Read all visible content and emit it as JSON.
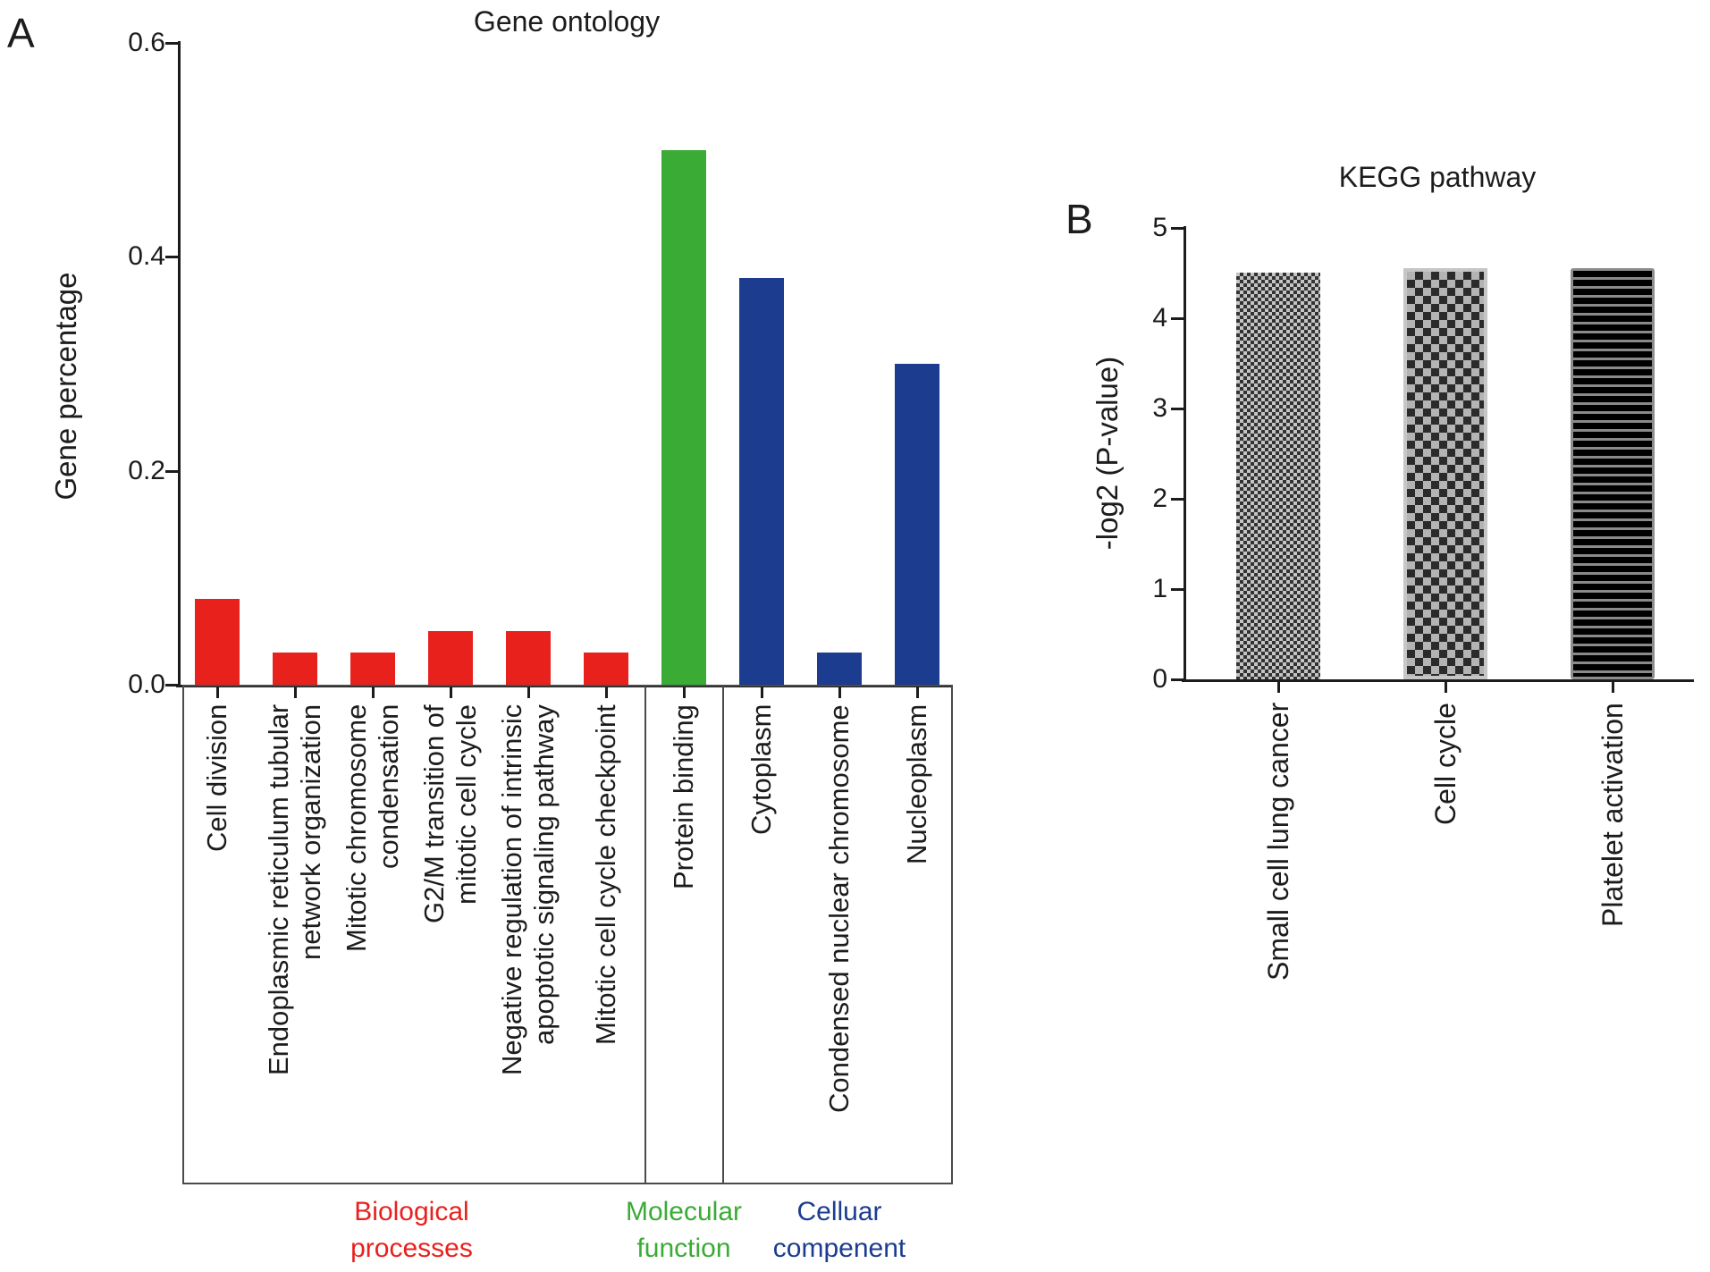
{
  "chart_data": [
    {
      "id": "gene-ontology",
      "panel_label": "A",
      "type": "bar",
      "title": "Gene ontology",
      "ylabel": "Gene percentage",
      "ylim": [
        0,
        0.6
      ],
      "yticks": [
        0.0,
        0.2,
        0.4,
        0.6
      ],
      "ytick_labels": [
        "0.0",
        "0.2",
        "0.4",
        "0.6"
      ],
      "grid": false,
      "legend": "none",
      "categories": [
        "Cell division",
        "Endoplasmic reticulum tubular network organization",
        "Mitotic chromosome condensation",
        "G2/M transition of mitotic cell cycle",
        "Negative regulation of intrinsic apoptotic signaling pathway",
        "Mitotic cell cycle checkpoint",
        "Protein binding",
        "Cytoplasm",
        "Condensed nuclear chromosome",
        "Nucleoplasm"
      ],
      "category_lines": [
        [
          "Cell division"
        ],
        [
          "Endoplasmic reticulum tubular",
          "network organization"
        ],
        [
          "Mitotic chromosome",
          "condensation"
        ],
        [
          "G2/M transition of",
          "mitotic cell cycle"
        ],
        [
          "Negative regulation of intrinsic",
          "apoptotic signaling pathway"
        ],
        [
          "Mitotic cell cycle checkpoint"
        ],
        [
          "Protein binding"
        ],
        [
          "Cytoplasm"
        ],
        [
          "Condensed nuclear chromosome"
        ],
        [
          "Nucleoplasm"
        ]
      ],
      "values": [
        0.08,
        0.03,
        0.03,
        0.05,
        0.05,
        0.03,
        0.5,
        0.38,
        0.03,
        0.3
      ],
      "bar_colors": [
        "#e8211d",
        "#e8211d",
        "#e8211d",
        "#e8211d",
        "#e8211d",
        "#e8211d",
        "#3aab35",
        "#1b3c8f",
        "#1b3c8f",
        "#1b3c8f"
      ],
      "groups": [
        {
          "label_lines": [
            "Biological",
            "processes"
          ],
          "color": "#e8211d",
          "span": [
            0,
            5
          ]
        },
        {
          "label_lines": [
            "Molecular",
            "function"
          ],
          "color": "#3aab35",
          "span": [
            6,
            6
          ]
        },
        {
          "label_lines": [
            "Celluar",
            "compenent"
          ],
          "color": "#1b3c8f",
          "span": [
            7,
            9
          ]
        }
      ]
    },
    {
      "id": "kegg-pathway",
      "panel_label": "B",
      "type": "bar",
      "title": "KEGG pathway",
      "ylabel": "-log2 (P-value)",
      "ylim": [
        0,
        5
      ],
      "yticks": [
        0,
        1,
        2,
        3,
        4,
        5
      ],
      "ytick_labels": [
        "0",
        "1",
        "2",
        "3",
        "4",
        "5"
      ],
      "grid": false,
      "legend": "none",
      "categories": [
        "Small cell lung cancer",
        "Cell cycle",
        "Platelet activation"
      ],
      "values": [
        4.5,
        4.55,
        4.55
      ],
      "bar_patterns": [
        "fine-checker",
        "coarse-checker",
        "horizontal-stripes"
      ],
      "pattern_colors": {
        "fine_dark": "#333333",
        "fine_light": "#c4c4c4",
        "coarse_dark": "#2b2b2b",
        "coarse_light": "#b4b4b4",
        "coarse_border": "#c6c6c6",
        "stripe_base": "#000000",
        "stripe_line": "#8a8a8a",
        "stripe_border": "#8c8c8c"
      }
    }
  ]
}
